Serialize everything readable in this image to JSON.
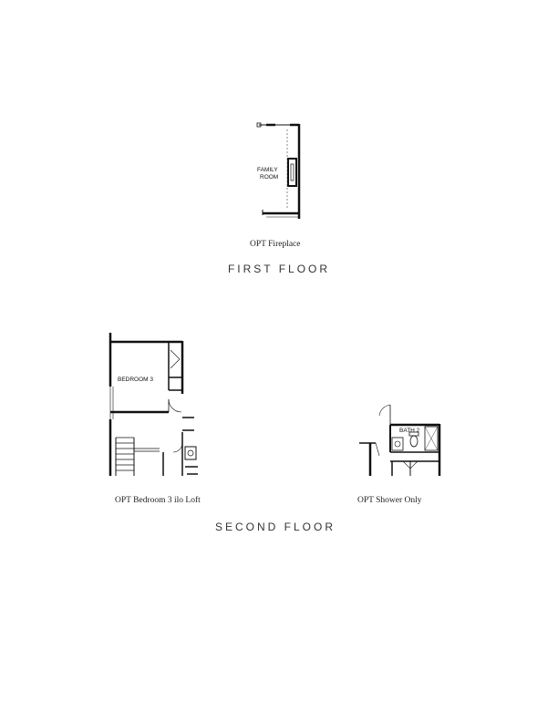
{
  "first_floor": {
    "title": "FIRST FLOOR",
    "options": [
      {
        "caption": "OPT Fireplace",
        "room_line1": "FAMILY",
        "room_line2": "ROOM"
      }
    ]
  },
  "second_floor": {
    "title": "SECOND FLOOR",
    "options": [
      {
        "caption": "OPT Bedroom 3 ilo Loft",
        "room_label": "BEDROOM 3"
      },
      {
        "caption": "OPT Shower Only",
        "room_label": "BATH 2"
      }
    ]
  }
}
